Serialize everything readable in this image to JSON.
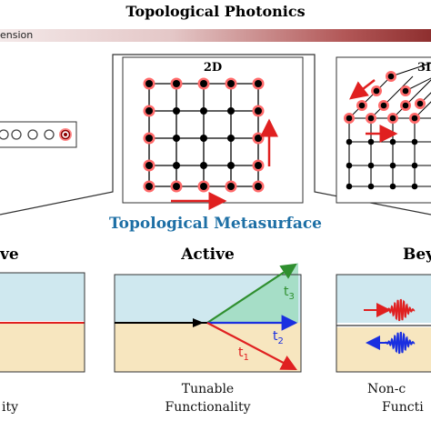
{
  "title": "Topological Photonics",
  "dimension_label": "ension",
  "panel_2d": {
    "label": "2D"
  },
  "panel_3d": {
    "label": "3I"
  },
  "metasurface_title": "Topological Metasurface",
  "cards": [
    {
      "heading": "ve",
      "caption_line1": "",
      "caption_line2": "ity"
    },
    {
      "heading": "Active",
      "caption_line1": "Tunable",
      "caption_line2": "Functionality",
      "labels": {
        "t1": "t",
        "t1_sub": "1",
        "t2": "t",
        "t2_sub": "2",
        "t3": "t",
        "t3_sub": "3"
      }
    },
    {
      "heading": "Bey",
      "caption_line1": "Non-c",
      "caption_line2": "Functi"
    }
  ],
  "colors": {
    "accent_red": "#e02020",
    "accent_blue": "#1d6fa5",
    "sky": "#cfe8ef",
    "sand": "#f7e6bf",
    "arrow_green": "#2f8f2f",
    "arrow_blue": "#1a2fe0"
  }
}
